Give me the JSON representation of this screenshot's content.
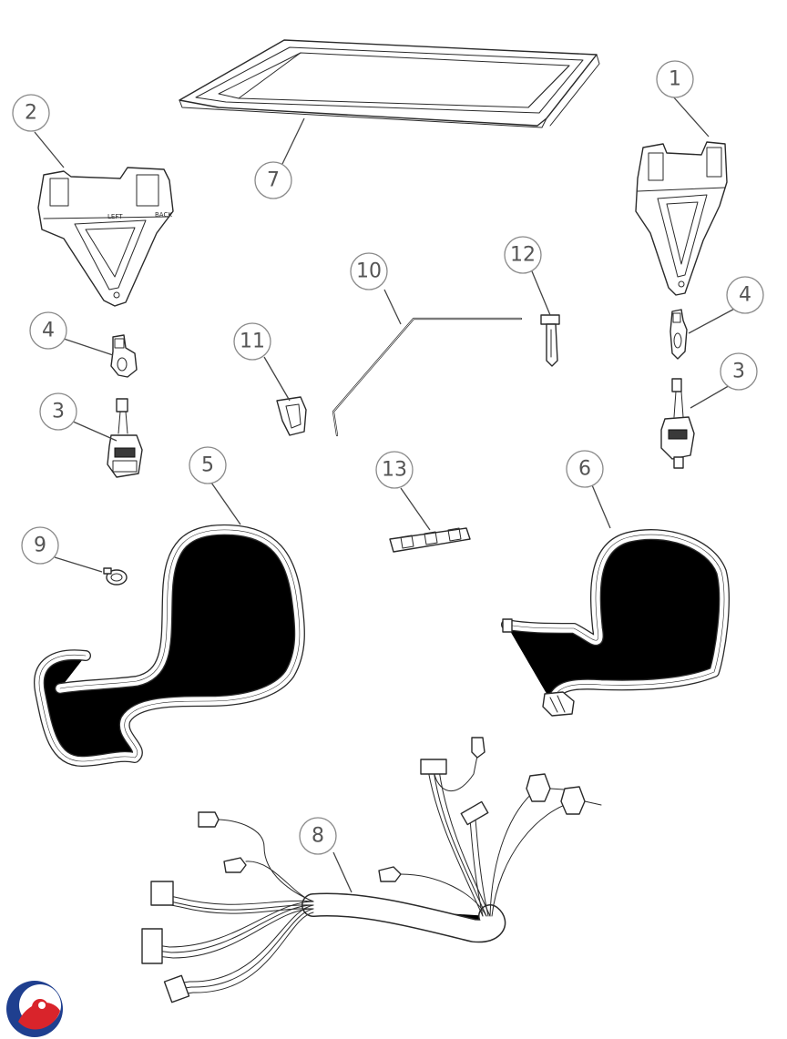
{
  "diagram": {
    "callouts": [
      {
        "id": "c1",
        "label": "1"
      },
      {
        "id": "c2",
        "label": "2"
      },
      {
        "id": "c3a",
        "label": "3"
      },
      {
        "id": "c3b",
        "label": "3"
      },
      {
        "id": "c4a",
        "label": "4"
      },
      {
        "id": "c4b",
        "label": "4"
      },
      {
        "id": "c5",
        "label": "5"
      },
      {
        "id": "c6",
        "label": "6"
      },
      {
        "id": "c7",
        "label": "7"
      },
      {
        "id": "c8",
        "label": "8"
      },
      {
        "id": "c9",
        "label": "9"
      },
      {
        "id": "c10",
        "label": "10"
      },
      {
        "id": "c11",
        "label": "11"
      },
      {
        "id": "c12",
        "label": "12"
      },
      {
        "id": "c13",
        "label": "13"
      }
    ],
    "bracket_marks": {
      "left": "LEFT",
      "back": "BACK"
    },
    "logo": {
      "colors": [
        "#1f3f8f",
        "#d9242b"
      ]
    }
  }
}
